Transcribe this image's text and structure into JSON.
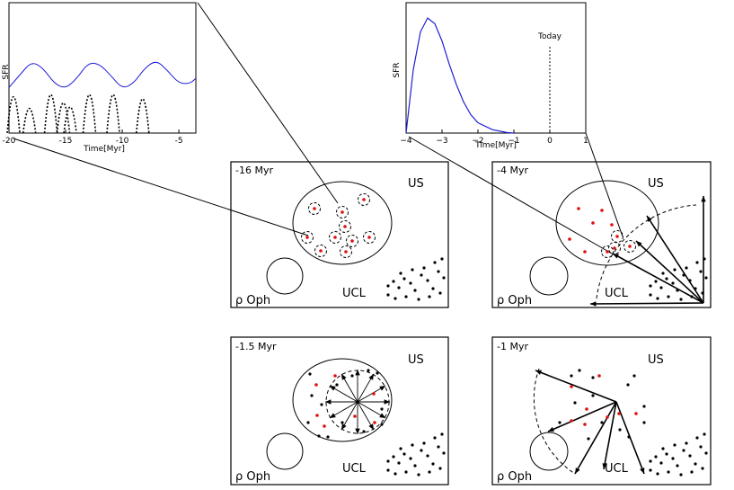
{
  "chart_data": [
    {
      "type": "line",
      "ylabel": "SFR",
      "xlabel": "Time[Myr]",
      "xlim": [
        -20,
        -3.5
      ],
      "xticks": [
        "-20",
        "-15",
        "-10",
        "-5"
      ],
      "xtick_values": [
        -20,
        -15,
        -10,
        -5
      ],
      "series": [
        {
          "style": "blue-solid",
          "x": [
            -20,
            -19,
            -18,
            -17,
            -16,
            -15,
            -14,
            -13,
            -12,
            -11,
            -10,
            -9,
            -8,
            -7,
            -6,
            -5,
            -4,
            -3.5
          ],
          "y": [
            0.35,
            0.45,
            0.55,
            0.5,
            0.38,
            0.34,
            0.42,
            0.54,
            0.53,
            0.44,
            0.34,
            0.38,
            0.5,
            0.56,
            0.48,
            0.38,
            0.38,
            0.42
          ]
        },
        {
          "style": "black-dotted-bursts",
          "peak_times": [
            -19.6,
            -18.2,
            -16.3,
            -15.2,
            -14.6,
            -12.9,
            -10.8,
            -8.2
          ],
          "peak_heights": [
            0.53,
            0.36,
            0.56,
            0.44,
            0.38,
            0.56,
            0.56,
            0.5
          ]
        }
      ]
    },
    {
      "type": "line",
      "ylabel": "SFR",
      "xlabel": "Time[Myr]",
      "xlim": [
        -4,
        1
      ],
      "xticks": [
        "−4",
        "−3",
        "−2",
        "−1",
        "0",
        "1"
      ],
      "xtick_values": [
        -4,
        -3,
        -2,
        -1,
        0,
        1
      ],
      "annotation": "Today",
      "annotation_x": 0,
      "series": [
        {
          "style": "blue-solid",
          "x": [
            -4,
            -3.8,
            -3.6,
            -3.4,
            -3.2,
            -3.0,
            -2.8,
            -2.6,
            -2.4,
            -2.2,
            -2.0,
            -1.6,
            -1.2,
            -1.0
          ],
          "y": [
            0.0,
            0.55,
            0.88,
            1.0,
            0.95,
            0.8,
            0.6,
            0.42,
            0.27,
            0.16,
            0.09,
            0.03,
            0.005,
            0.0
          ]
        }
      ]
    }
  ],
  "panels": [
    {
      "time": "-16 Myr",
      "us": "US",
      "ucl": "UCL",
      "oph": "ρ Oph"
    },
    {
      "time": "-4 Myr",
      "us": "US",
      "ucl": "UCL",
      "oph": "ρ Oph"
    },
    {
      "time": "-1.5 Myr",
      "us": "US",
      "ucl": "UCL",
      "oph": "ρ Oph"
    },
    {
      "time": "-1 Myr",
      "us": "US",
      "ucl": "UCL",
      "oph": "ρ Oph"
    }
  ],
  "colors": {
    "curve": "#1f1fd6",
    "star": "#e01010",
    "ink": "#000000"
  }
}
